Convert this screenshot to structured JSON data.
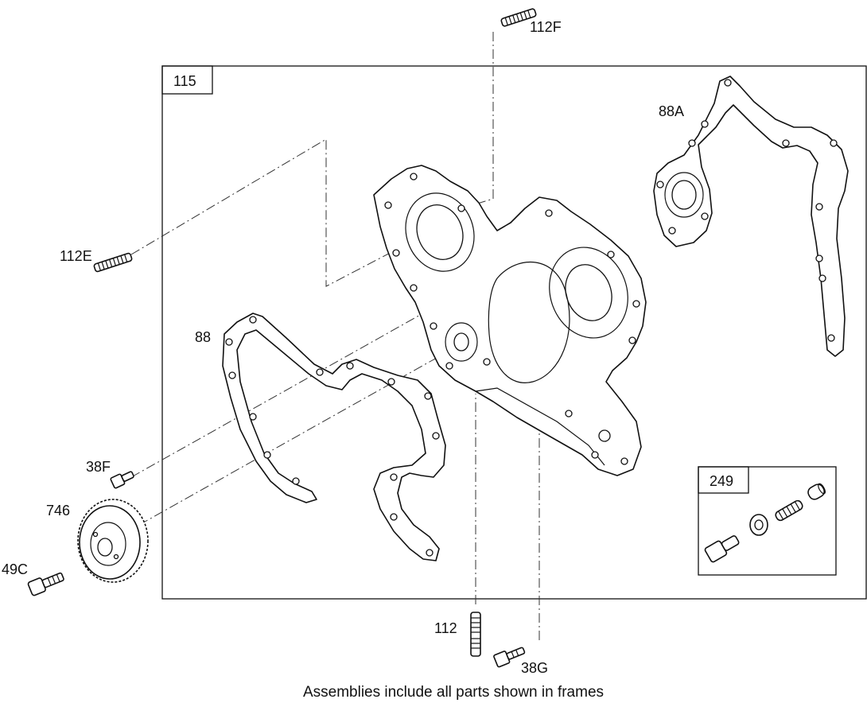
{
  "callouts": {
    "frame_main": "115",
    "frame_kit": "249",
    "stud_top": "112F",
    "stud_left": "112E",
    "gasket_right": "88A",
    "gasket_left": "88",
    "bolt_small": "38F",
    "gear": "746",
    "gear_bolt": "49C",
    "stud_bottom": "112",
    "bolt_bottom": "38G"
  },
  "caption": "Assemblies include all parts shown in frames"
}
